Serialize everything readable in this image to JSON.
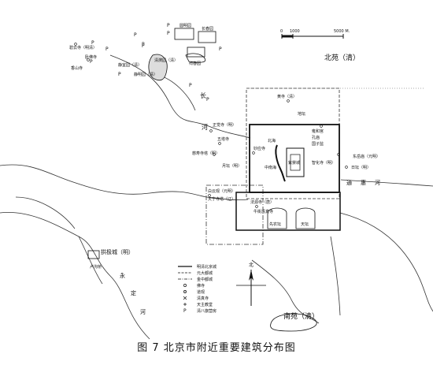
{
  "caption": "图 7 北京市附近重要建筑分布图",
  "scale_bar": {
    "labels": [
      "0",
      "1000",
      "5000 M."
    ]
  },
  "regions": {
    "beiyuan": "北苑（清）",
    "nanyuan": "南苑（清）",
    "gongji_cheng": "拱极城（明）"
  },
  "rivers": {
    "changhe_1": "长",
    "changhe_2": "河",
    "tonghuihe_1": "通",
    "tonghuihe_2": "惠",
    "tonghuihe_3": "河",
    "yongding_1": "永",
    "yongding_2": "定",
    "yongding_3": "河"
  },
  "sites": {
    "yuanmingyuan": "圆明园",
    "changchunyuan": "长春园",
    "qichunyuan": "绮春园",
    "biyunsi": "碧云寺（明清）",
    "wofosi": "卧佛寺",
    "jingyiyuan": "静宜园（清）",
    "jingmingyuan": "静明园（清）",
    "qingyiyuan": "清漪园（清）",
    "zhengjuesi": "正觉寺（明）",
    "wutasi": "五塔寺",
    "cishousi": "慈寿寺塔（明）",
    "baiyunguan": "白云观（元明）",
    "tianningsi": "天宁寺塔（辽）",
    "fayuansi": "法源寺（唐）",
    "huangsi": "黄寺（清）",
    "ditan": "地坛",
    "yonghegong": "雍和宫",
    "kongmiao": "孔庙",
    "guozijian": "国子监",
    "miaoyingsi": "妙应寺",
    "beihai": "北海",
    "zhongnanhai": "中南海",
    "gugong": "紫禁城",
    "yuetan": "月坛（明）",
    "ritan": "日坛（明）",
    "dongyuemiao": "东岳庙（元明）",
    "xianhe": "先农坛",
    "tiantan": "天坛",
    "zhihuasi": "智化寺（明）",
    "niujie": "牛街清真寺",
    "luguqiao": "卢沟桥",
    "xiangshansi": "香山寺"
  },
  "legend": {
    "items": [
      {
        "label": "明清北京城",
        "symbol": "solid-line"
      },
      {
        "label": "元大都城",
        "symbol": "dash-line"
      },
      {
        "label": "金中都城",
        "symbol": "dashdot-line"
      },
      {
        "label": "佛寺",
        "symbol": "circle"
      },
      {
        "label": "道观",
        "symbol": "circle-dot"
      },
      {
        "label": "清真寺",
        "symbol": "cross"
      },
      {
        "label": "天主教堂",
        "symbol": "plus"
      },
      {
        "label": "清八旗营房",
        "symbol": "P"
      }
    ]
  },
  "north_arrow": {
    "label": "北"
  }
}
